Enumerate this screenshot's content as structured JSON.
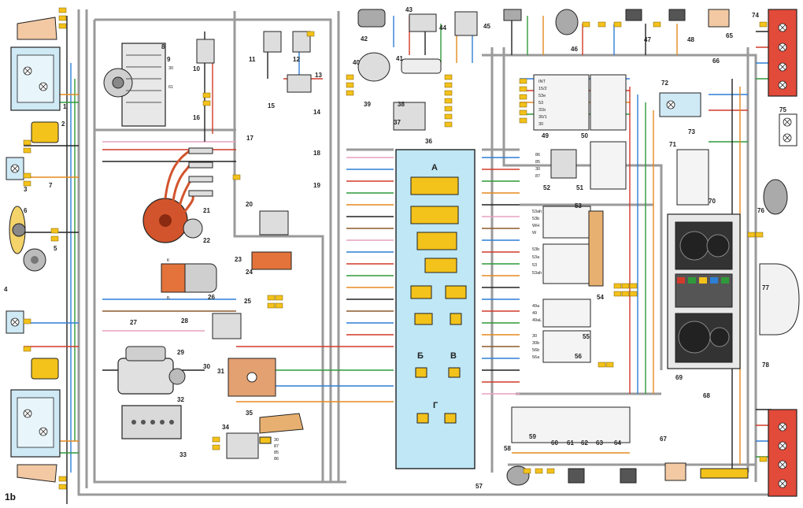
{
  "figure_label": "1b",
  "connector_letters": [
    "A",
    "Б",
    "В",
    "Г"
  ],
  "component_numbers": [
    "1",
    "2",
    "3",
    "4",
    "5",
    "6",
    "7",
    "8",
    "9",
    "10",
    "11",
    "12",
    "13",
    "14",
    "15",
    "16",
    "17",
    "18",
    "19",
    "20",
    "21",
    "22",
    "23",
    "24",
    "25",
    "26",
    "27",
    "28",
    "29",
    "30",
    "31",
    "32",
    "33",
    "34",
    "35",
    "36",
    "37",
    "38",
    "39",
    "40",
    "41",
    "42",
    "43",
    "44",
    "45",
    "46",
    "47",
    "48",
    "49",
    "50",
    "51",
    "52",
    "53",
    "54",
    "55",
    "56",
    "57",
    "58",
    "59",
    "60",
    "61",
    "62",
    "63",
    "64",
    "65",
    "66",
    "67",
    "68",
    "69",
    "70",
    "71",
    "72",
    "73",
    "74",
    "75",
    "76",
    "77",
    "78"
  ],
  "relay_49_pins": [
    "INT",
    "15/2",
    "53e",
    "53",
    "31b",
    "30/1",
    "30"
  ],
  "relay_52_pins": [
    "86",
    "85",
    "30",
    "87"
  ],
  "switch_53_pins": [
    "53ah",
    "53b",
    "WH",
    "W"
  ],
  "switch_53b_pins": [
    "53b",
    "53a",
    "53",
    "53ah"
  ],
  "switch_53c_pins": [
    "49a",
    "49",
    "49aL"
  ],
  "switch_53d_pins": [
    "30",
    "30b",
    "56b",
    "56a"
  ],
  "relay_34_pins": [
    "30",
    "87",
    "85",
    "86"
  ],
  "alternator_pins": [
    "30",
    "61"
  ],
  "ignition_coil_pins": [
    "К",
    "Б"
  ],
  "colors": {
    "wire_black": "#222222",
    "wire_red": "#d23a2a",
    "wire_blue": "#2e7fd6",
    "wire_green": "#2f9a3a",
    "wire_orange": "#e58a1f",
    "wire_pink": "#e7a0c0",
    "wire_brown": "#8b5a2b",
    "harness_gray": "#9a9a9a",
    "fuse_box": "#bfe7f5",
    "connector_yellow": "#f3c21b",
    "lamp_housing": "#cfe9f5",
    "tail_lamp_red": "#e24a3a",
    "coil_orange": "#e3733a",
    "distributor_red": "#d2542c"
  }
}
